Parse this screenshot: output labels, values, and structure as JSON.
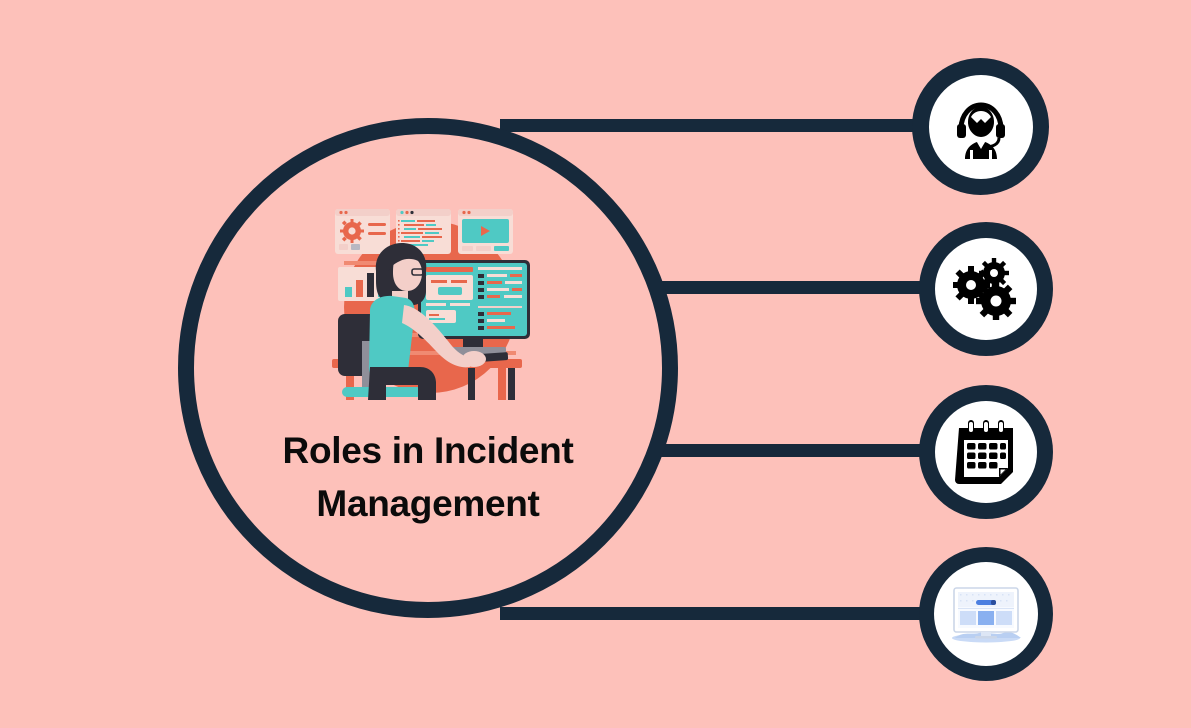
{
  "page": {
    "background_color": "#FDC1BA",
    "accent_dark": "#16293B",
    "node_fill": "#FFFFFF",
    "title_color": "#0B0B0B"
  },
  "hub": {
    "title_line1": "Roles in Incident",
    "title_line2": "Management",
    "title_full": "Roles in Incident Management",
    "illustration_name": "woman-at-desk-monitoring-dashboards",
    "illustration_colors": {
      "backdrop": "#E8674C",
      "skin": "#F3CFC9",
      "shirt": "#4FC9C4",
      "hair": "#2E2E38",
      "desk": "#E8674C",
      "screen": "#4FC9C4",
      "panel": "#F8DDD6"
    }
  },
  "nodes": [
    {
      "id": "node-1",
      "icon": "headset-support-agent-icon",
      "icon_color": "#000000",
      "ring_color": "#16293B",
      "disc_color": "#FFFFFF",
      "connector": "line-to-node-1"
    },
    {
      "id": "node-2",
      "icon": "gears-cogs-icon",
      "icon_color": "#000000",
      "ring_color": "#16293B",
      "disc_color": "#FFFFFF",
      "connector": "line-to-node-2"
    },
    {
      "id": "node-3",
      "icon": "calendar-icon",
      "icon_color": "#000000",
      "ring_color": "#16293B",
      "disc_color": "#FFFFFF",
      "connector": "line-to-node-3"
    },
    {
      "id": "node-4",
      "icon": "desktop-monitor-icon",
      "icon_color": "#4C7FE0",
      "ring_color": "#16293B",
      "disc_color": "#FFFFFF",
      "connector": "line-to-node-4"
    }
  ]
}
